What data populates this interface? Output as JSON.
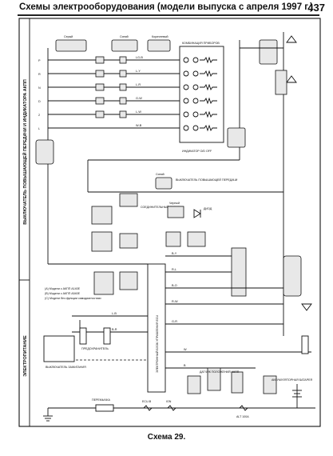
{
  "header": {
    "title": "Схемы электрооборудования (модели выпуска с апреля 1997 г.)",
    "page_number": "437"
  },
  "side_labels": {
    "power": "ЭЛЕКТРОПИТАНИЕ",
    "section": "ВЫКЛЮЧАТЕЛЬ ПОВЫШАЮЩЕЙ ПЕРЕДАЧИ И ИНДИКАТОРА АКПП"
  },
  "connectors": {
    "gray": "Серый",
    "blue": "Синий",
    "brown": "Коричневый",
    "black": "Черный"
  },
  "components": {
    "instrument_cluster": "КОМБИНАЦИЯ ПРИБОРОВ",
    "od_off_indicator": "ИНДИКАТОР O/D OFF",
    "od_switch": "ВЫКЛЮЧАТЕЛЬ ПОВЫШАЮЩЕЙ ПЕРЕДАЧИ",
    "joint_connector": "СОЕДИНИТЕЛЬНЫЙ РАЗЪЕМ",
    "diode": "ДИОД",
    "ecu": "ЭЛЕКТРОННЫЙ БЛОК УПРАВЛЕНИЯ ECU",
    "ignition_switch": "ВЫКЛЮЧАТЕЛЬ ЗАЖИГАНИЯ",
    "fuse_block": "ПРЕДОХРАНИТЕЛЬ",
    "battery": "АККУМУЛЯТОРНАЯ БАТАРЕЯ",
    "jumper": "ПЕРЕМЫЧКА",
    "ecu_b": "ECU-B",
    "ign": "IGN",
    "alt_fuse": "ALT 100A",
    "pos_switch": "ДАТЧИК ПОЛОЖЕНИЙ АКПП"
  },
  "wire_codes": [
    "LG-B",
    "L-Y",
    "L-R",
    "G-W",
    "L-W",
    "W-B",
    "B-Y",
    "R-L",
    "B-O",
    "R-W",
    "G-R",
    "L-B",
    "B-R",
    "W",
    "B",
    "Y-R"
  ],
  "gear_positions": [
    "P",
    "R",
    "N",
    "D",
    "2",
    "L"
  ],
  "notes": [
    "(A) Модели с АКПП A140E",
    "(B) Модели с АКПП A540E",
    "(C) Модели без функции самодиагностики"
  ],
  "caption": "Схема 29."
}
